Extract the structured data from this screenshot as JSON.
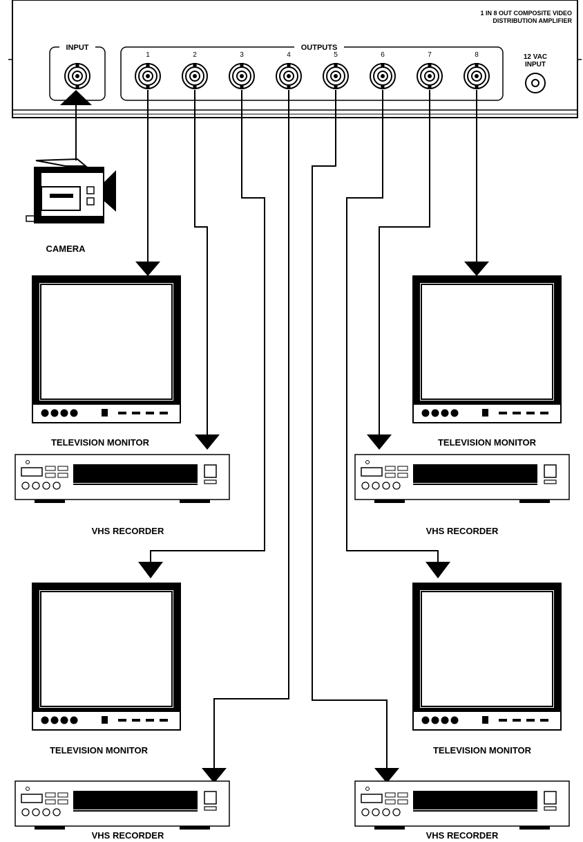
{
  "amplifier": {
    "title_line1": "1 IN 8 OUT COMPOSITE VIDEO",
    "title_line2": "DISTRIBUTION AMPLIFIER",
    "input_label": "INPUT",
    "outputs_label": "OUTPUTS",
    "output_numbers": [
      "1",
      "2",
      "3",
      "4",
      "5",
      "6",
      "7",
      "8"
    ],
    "power_line1": "12 VAC",
    "power_line2": "INPUT"
  },
  "devices": {
    "camera": "CAMERA",
    "monitors": [
      {
        "label": "TELEVISION MONITOR",
        "output": "1"
      },
      {
        "label": "TELEVISION MONITOR",
        "output": "8"
      },
      {
        "label": "TELEVISION MONITOR",
        "output": "3"
      },
      {
        "label": "TELEVISION MONITOR",
        "output": "6"
      }
    ],
    "recorders": [
      {
        "label": "VHS RECORDER",
        "output": "2"
      },
      {
        "label": "VHS RECORDER",
        "output": "7"
      },
      {
        "label": "VHS RECORDER",
        "output": "4"
      },
      {
        "label": "VHS RECORDER",
        "output": "5"
      }
    ]
  }
}
